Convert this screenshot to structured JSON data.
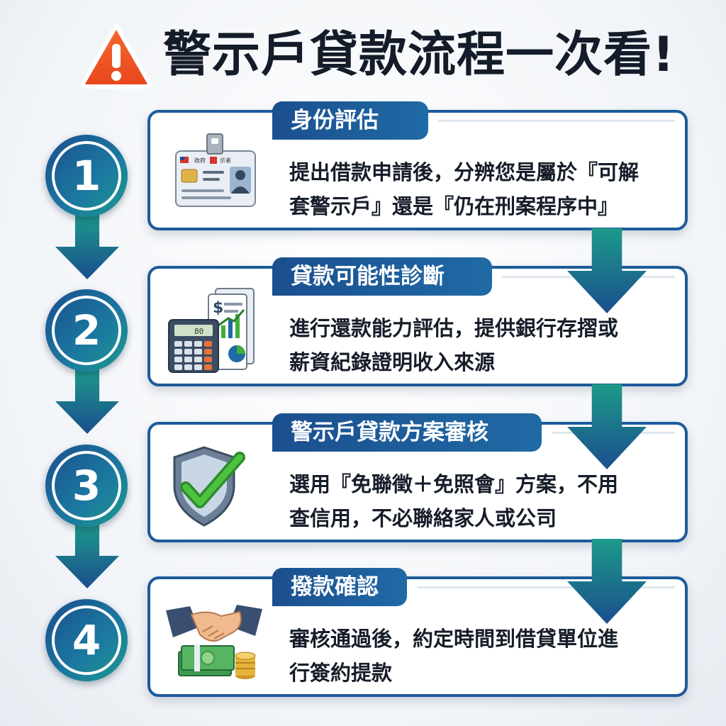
{
  "title": "警示戶貸款流程一次看!",
  "colors": {
    "primary": "#1d5b9a",
    "accent_teal": "#1d9a8a",
    "warning_orange": "#f05a28",
    "check_green": "#3fae3a"
  },
  "steps": [
    {
      "number": "1",
      "title": "身份評估",
      "desc_line1": "提出借款申請後，分辨您是屬於『可解",
      "desc_line2": "套警示戶』還是『仍在刑案程序中』",
      "icon": "id-card-icon",
      "icon_text": {
        "card_org": "政府",
        "card_org2": "示者"
      }
    },
    {
      "number": "2",
      "title": "貸款可能性診斷",
      "desc_line1": "進行還款能力評估，提供銀行存摺或",
      "desc_line2": "薪資紀錄證明收入來源",
      "icon": "calculator-icon",
      "icon_text": {
        "currency": "$",
        "display": "80"
      }
    },
    {
      "number": "3",
      "title": "警示戶貸款方案審核",
      "desc_line1": "選用『免聯徵＋免照會』方案，不用",
      "desc_line2": "查信用，不必聯絡家人或公司",
      "icon": "shield-check-icon"
    },
    {
      "number": "4",
      "title": "撥款確認",
      "desc_line1": "審核通過後，約定時間到借貸單位進",
      "desc_line2": "行簽約提款",
      "icon": "handshake-money-icon"
    }
  ]
}
